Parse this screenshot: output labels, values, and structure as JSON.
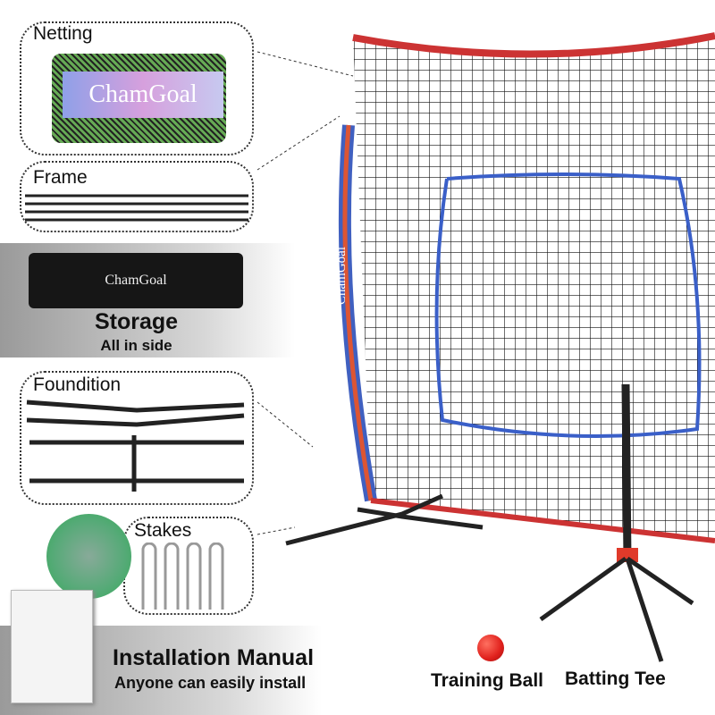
{
  "netting": {
    "label": "Netting",
    "brand": "ChamGoal"
  },
  "frame": {
    "label": "Frame"
  },
  "storage": {
    "label": "Storage",
    "sublabel": "All in side",
    "bag_brand": "ChamGoal"
  },
  "foundation": {
    "label": "Foundition"
  },
  "stakes": {
    "label": "Stakes"
  },
  "manual": {
    "title": "Installation Manual",
    "subtitle": "Anyone can easily install"
  },
  "net": {
    "brand": "ChamGoal"
  },
  "ball": {
    "label": "Training Ball",
    "color": "#e0201c"
  },
  "tee": {
    "label": "Batting Tee"
  },
  "colors": {
    "red": "#e0302a",
    "blue": "#3a5fc8"
  }
}
